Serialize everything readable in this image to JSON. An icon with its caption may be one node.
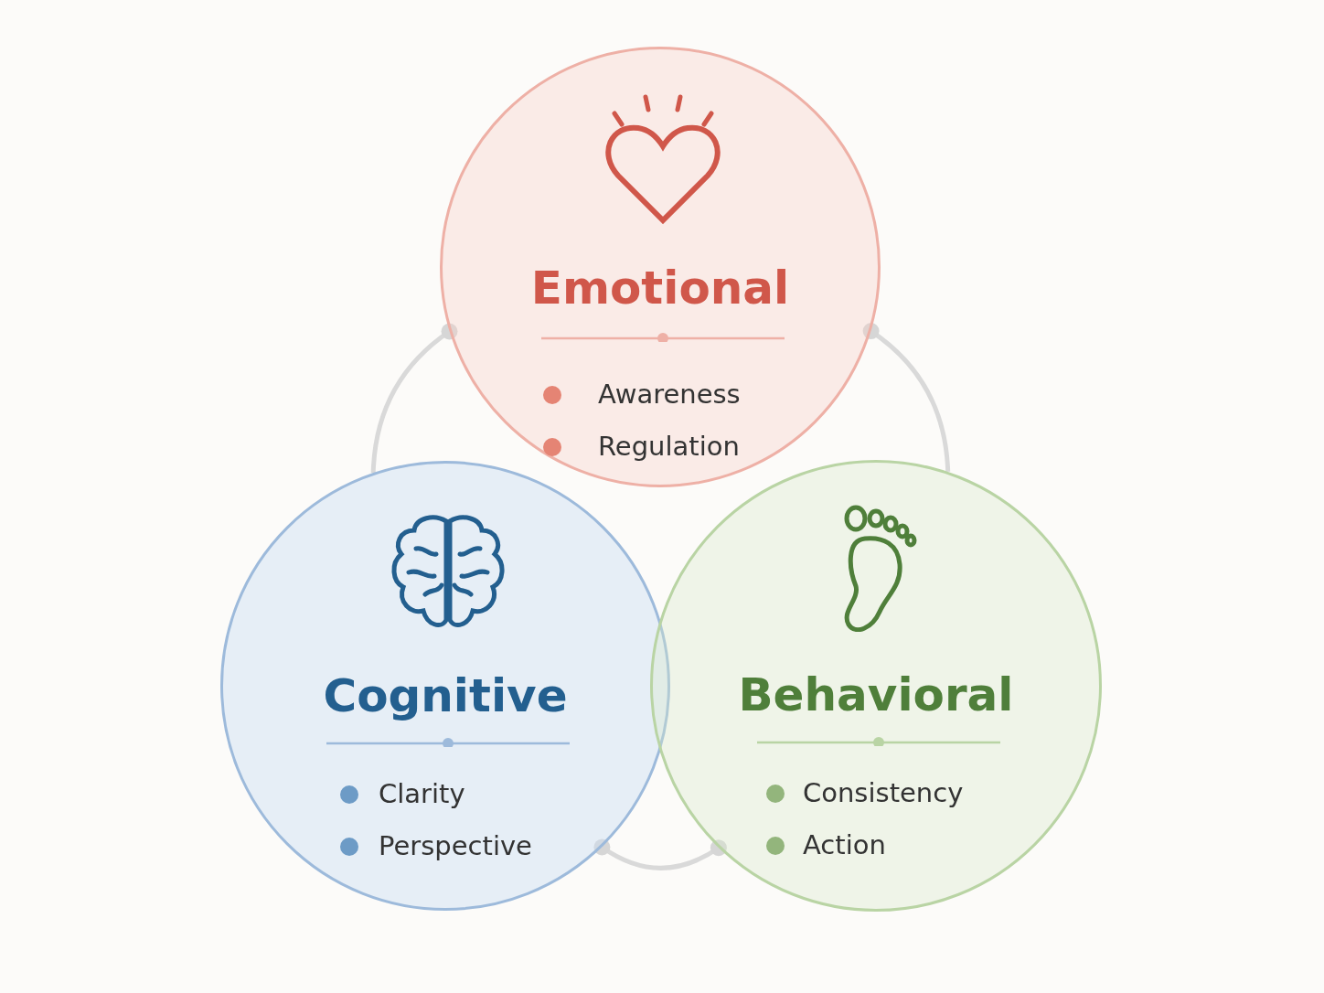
{
  "diagram": {
    "nodes": [
      {
        "text": [
          "Emotional",
          "Awareness",
          "Regulation"
        ]
      },
      {
        "text": [
          "Cognitive",
          "Clarity",
          "Perspective"
        ]
      },
      {
        "text": [
          "Behavioral",
          "Consistency",
          "Action"
        ]
      }
    ],
    "edges": [
      {
        "from": 0,
        "to": 1,
        "arrow": "other"
      },
      {
        "from": 0,
        "to": 2,
        "arrow": "other"
      },
      {
        "from": 1,
        "to": 2,
        "arrow": "other"
      }
    ]
  }
}
